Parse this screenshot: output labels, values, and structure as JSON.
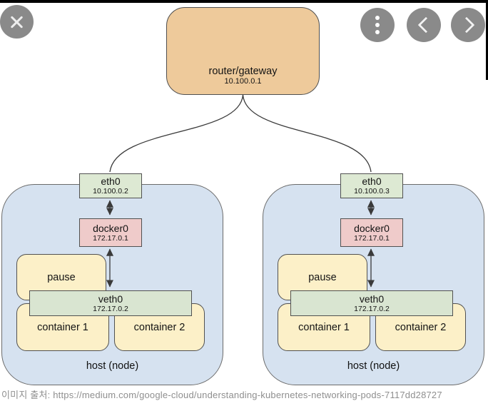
{
  "viewer": {
    "buttons": {
      "close": "close",
      "more": "more options",
      "previous": "previous image",
      "next": "next image"
    },
    "icons": {
      "close": "x-cross",
      "more": "vertical-dots",
      "previous": "chevron-left",
      "next": "chevron-right"
    }
  },
  "diagram": {
    "router": {
      "label": "router/gateway",
      "ip": "10.100.0.1"
    },
    "hosts": [
      {
        "label": "host (node)",
        "eth0": {
          "label": "eth0",
          "ip": "10.100.0.2"
        },
        "docker0": {
          "label": "docker0",
          "ip": "172.17.0.1"
        },
        "pause": {
          "label": "pause"
        },
        "veth0": {
          "label": "veth0",
          "ip": "172.17.0.2"
        },
        "containers": [
          {
            "label": "container 1"
          },
          {
            "label": "container 2"
          }
        ]
      },
      {
        "label": "host (node)",
        "eth0": {
          "label": "eth0",
          "ip": "10.100.0.3"
        },
        "docker0": {
          "label": "docker0",
          "ip": "172.17.0.1"
        },
        "pause": {
          "label": "pause"
        },
        "veth0": {
          "label": "veth0",
          "ip": "172.17.0.2"
        },
        "containers": [
          {
            "label": "container 1"
          },
          {
            "label": "container 2"
          }
        ]
      }
    ]
  },
  "caption": "이미지 출처: https://medium.com/google-cloud/understanding-kubernetes-networking-pods-7117dd28727",
  "colors": {
    "router_fill": "#eeca9b",
    "host_fill": "#d6e2f0",
    "interface_green": "#dde9d3",
    "docker_pink": "#efcbca",
    "container_yellow": "#fcf0c8",
    "overlay_button": "#8a8a8a",
    "wire": "#3a3a3a"
  }
}
